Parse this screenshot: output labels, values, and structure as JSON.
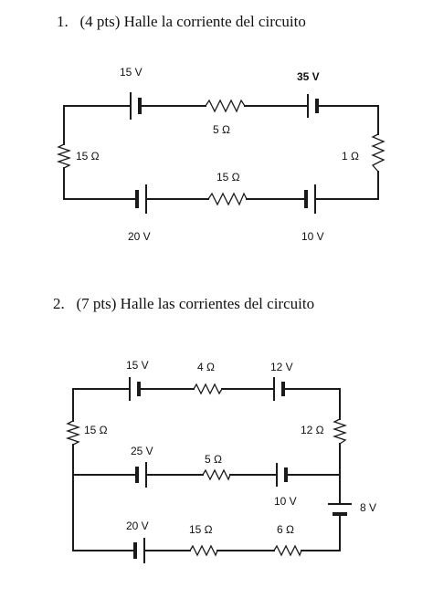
{
  "problem1": {
    "number": "1.",
    "points": "(4 pts)",
    "text": "Halle la corriente del circuito",
    "labels": {
      "battery_top_left": "15 V",
      "battery_top_right": "35 V",
      "resistor_top": "5 Ω",
      "resistor_left": "15 Ω",
      "resistor_right": "1 Ω",
      "resistor_bottom": "15 Ω",
      "battery_bottom_left": "20 V",
      "battery_bottom_right": "10 V"
    }
  },
  "problem2": {
    "number": "2.",
    "points": "(7 pts)",
    "text": "Halle las corrientes del circuito",
    "labels": {
      "battery_top_left": "15 V",
      "resistor_top": "4 Ω",
      "battery_top_right": "12 V",
      "resistor_left": "15 Ω",
      "resistor_right": "12 Ω",
      "battery_mid_left": "25 V",
      "resistor_mid": "5 Ω",
      "battery_mid_right": "10 V",
      "battery_right": "8 V",
      "battery_bottom_left": "20 V",
      "resistor_bottom_left": "15 Ω",
      "resistor_bottom_right": "6 Ω"
    }
  }
}
